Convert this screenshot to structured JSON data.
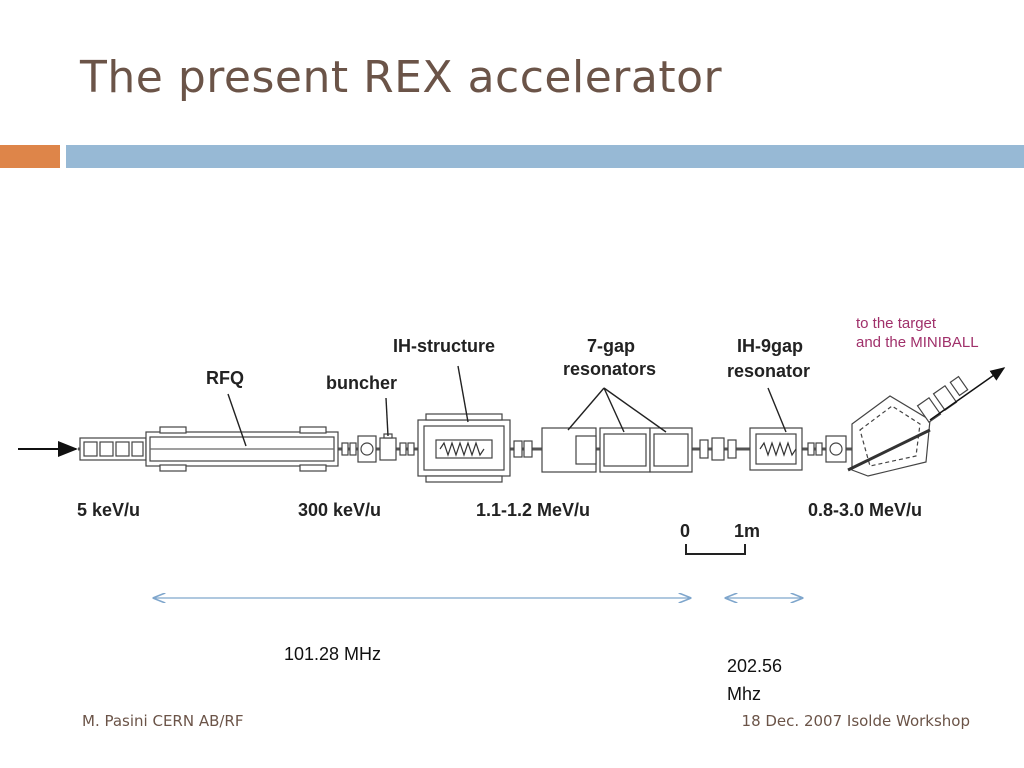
{
  "slide": {
    "title": "The present REX accelerator",
    "footer_left": "M. Pasini CERN AB/RF",
    "footer_right": "18 Dec. 2007 Isolde Workshop"
  },
  "diagram": {
    "components": {
      "rfq": "RFQ",
      "buncher": "buncher",
      "ih_structure": "IH-structure",
      "seven_gap_line1": "7-gap",
      "seven_gap_line2": "resonators",
      "ih9_line1": "IH-9gap",
      "ih9_line2": "resonator",
      "target_line1": "to the target",
      "target_line2": "and the MINIBALL"
    },
    "energies": {
      "e1": "5 keV/u",
      "e2": "300 keV/u",
      "e3": "1.1-1.2 MeV/u",
      "e4": "0.8-3.0 MeV/u"
    },
    "scale": {
      "zero": "0",
      "one": "1m"
    },
    "frequencies": {
      "f1": "101.28 MHz",
      "f2_line1": "202.56",
      "f2_line2": "Mhz"
    },
    "colors": {
      "beamline": "#555555",
      "target_text": "#a0306a",
      "freq_arrow": "#7fa6cc"
    }
  }
}
